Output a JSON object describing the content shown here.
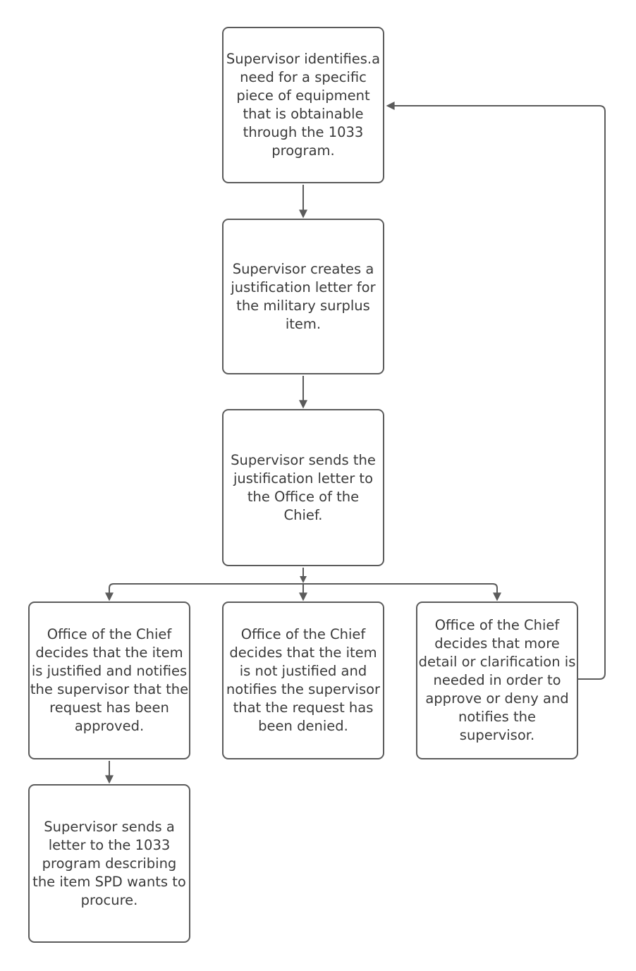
{
  "colors": {
    "background": "#ffffff",
    "node_fill": "#ffffff",
    "node_border": "#5b5b5b",
    "connector": "#5b5b5b",
    "text": "#3a3a3a"
  },
  "nodes": {
    "identify_need": {
      "id": "identify-need",
      "text": "Supervisor identifies.a\nneed for a specific\npiece of equipment\nthat is obtainable\nthrough the 1033\nprogram."
    },
    "create_letter": {
      "id": "create-letter",
      "text": "Supervisor creates a\njustification letter for\nthe military surplus\nitem."
    },
    "send_letter": {
      "id": "send-letter",
      "text": "Supervisor sends the\njustification letter to\nthe Office of the\nChief."
    },
    "approved": {
      "id": "approved",
      "text": "Office of the Chief\ndecides that the item\nis justified and notifies\nthe supervisor that the\nrequest has been\napproved."
    },
    "denied": {
      "id": "denied",
      "text": "Office of the Chief\ndecides that the item\nis not justified and\nnotifies the supervisor\nthat the request has\nbeen denied."
    },
    "clarification": {
      "id": "clarification",
      "text": "Office of the Chief\ndecides that more\ndetail or clarification is\nneeded in order to\napprove or deny and\nnotifies the\nsupervisor."
    },
    "procure_letter": {
      "id": "procure-letter",
      "text": "Supervisor sends a\nletter to the 1033\nprogram describing\nthe item SPD wants to\nprocure."
    }
  },
  "edges": [
    {
      "from": "identify-need",
      "to": "create-letter",
      "shape": "arrow-down"
    },
    {
      "from": "create-letter",
      "to": "send-letter",
      "shape": "arrow-down"
    },
    {
      "from": "send-letter",
      "to": "branch-junction",
      "shape": "arrow-down"
    },
    {
      "from": "branch-junction",
      "to": "approved",
      "shape": "branch-left-down"
    },
    {
      "from": "branch-junction",
      "to": "denied",
      "shape": "branch-middle-down"
    },
    {
      "from": "branch-junction",
      "to": "clarification",
      "shape": "branch-right-down"
    },
    {
      "from": "approved",
      "to": "procure-letter",
      "shape": "arrow-down"
    },
    {
      "from": "clarification",
      "to": "identify-need",
      "shape": "loop-right-up-left"
    }
  ]
}
